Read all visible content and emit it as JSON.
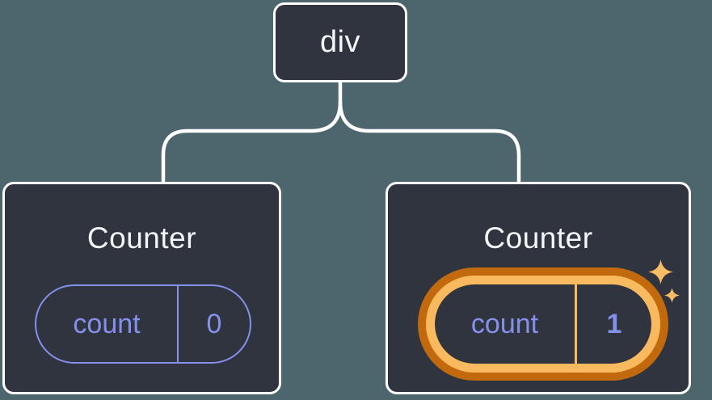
{
  "diagram": {
    "description": "Component tree: a div root with two Counter children; second Counter state is highlighted as updated",
    "root": {
      "label": "div"
    },
    "children": [
      {
        "title": "Counter",
        "state_key": "count",
        "state_value": "0",
        "highlighted": false
      },
      {
        "title": "Counter",
        "state_key": "count",
        "state_value": "1",
        "highlighted": true
      }
    ]
  },
  "colors": {
    "background": "#4d666e",
    "node_fill": "#2f343f",
    "node_border": "#ffffff",
    "connector": "#ffffff",
    "state_purple": "#8590ec",
    "highlight_orange_dark": "#c2690e",
    "highlight_orange_light": "#f8b95f",
    "sparkle_orange": "#f8bc63",
    "text": "#f5f6f8"
  },
  "icons": {
    "sparkle_large": "sparkle-icon",
    "sparkle_small": "sparkle-icon"
  }
}
